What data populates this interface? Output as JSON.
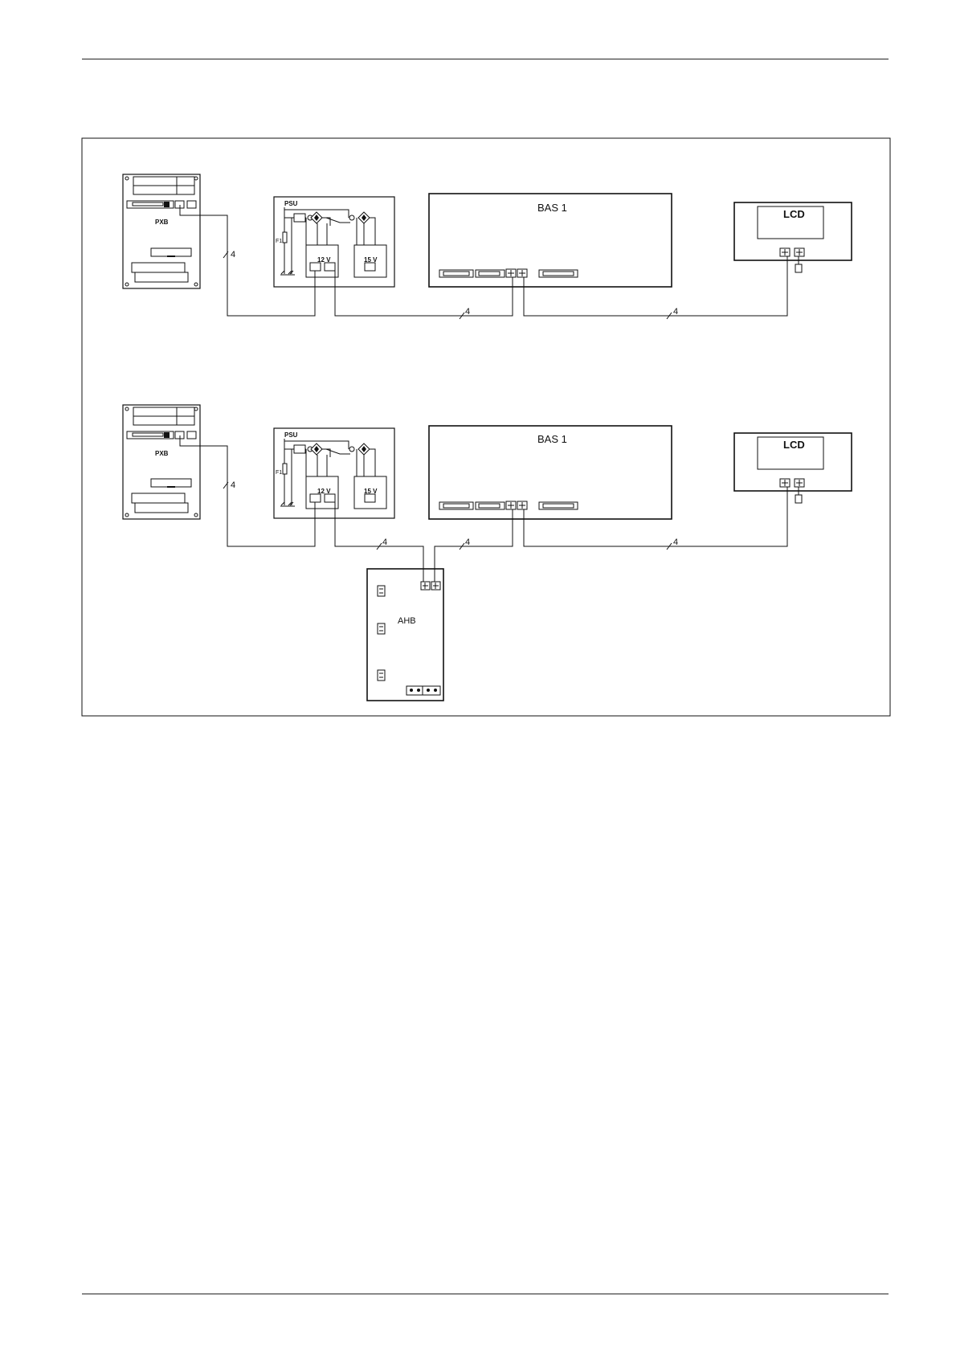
{
  "diagram": {
    "pxb_label": "PXB",
    "psu_label": "PSU",
    "fuse_label": "F1",
    "v12_label": "12 V",
    "v15_label": "15 V",
    "bas_label": "BAS 1",
    "lcd_label": "LCD",
    "ahb_label": "AHB",
    "wire_count": "4"
  }
}
